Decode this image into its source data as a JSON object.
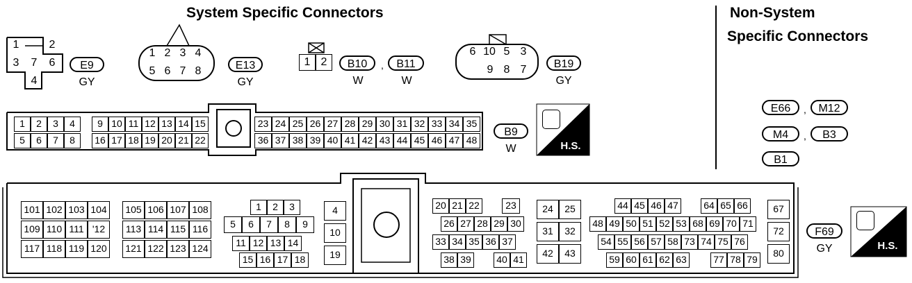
{
  "headings": {
    "system_specific": "System Specific Connectors",
    "non_system_line1": "Non-System",
    "non_system_line2": "Specific Connectors"
  },
  "separator": ",",
  "e9": {
    "pins": [
      "1",
      "2",
      "3",
      "7",
      "6",
      "4"
    ],
    "code": "E9",
    "color": "GY"
  },
  "e13": {
    "pins": [
      "1",
      "2",
      "3",
      "4",
      "5",
      "6",
      "7",
      "8"
    ],
    "code": "E13",
    "color": "GY"
  },
  "b10": {
    "pins": [
      "1",
      "2"
    ],
    "code": "B10",
    "color": "W"
  },
  "b11": {
    "code": "B11",
    "color": "W"
  },
  "b19": {
    "pins": [
      "6",
      "10",
      "5",
      "3",
      "9",
      "8",
      "7"
    ],
    "code": "B19",
    "color": "GY"
  },
  "b9": {
    "code": "B9",
    "color": "W",
    "hs": "H.S.",
    "row1_left": [
      "1",
      "2",
      "3",
      "4"
    ],
    "row2_left": [
      "5",
      "6",
      "7",
      "8"
    ],
    "row1_mid": [
      "9",
      "10",
      "11",
      "12",
      "13",
      "14",
      "15"
    ],
    "row2_mid": [
      "16",
      "17",
      "18",
      "19",
      "20",
      "21",
      "22"
    ],
    "row1_right": [
      "23",
      "24",
      "25",
      "26",
      "27",
      "28",
      "29",
      "30",
      "31",
      "32",
      "33",
      "34",
      "35"
    ],
    "row2_right": [
      "36",
      "37",
      "38",
      "39",
      "40",
      "41",
      "42",
      "43",
      "44",
      "45",
      "46",
      "47",
      "48"
    ]
  },
  "non_system": {
    "tags": [
      "E66",
      "M12",
      "M4",
      "B3",
      "B1"
    ]
  },
  "f69": {
    "code": "F69",
    "color": "GY",
    "hs": "H.S.",
    "block_a": [
      [
        "101",
        "102",
        "103",
        "104"
      ],
      [
        "109",
        "110",
        "111",
        "'12"
      ],
      [
        "117",
        "118",
        "119",
        "120"
      ]
    ],
    "block_b": [
      [
        "105",
        "106",
        "107",
        "108"
      ],
      [
        "113",
        "114",
        "115",
        "116"
      ],
      [
        "121",
        "122",
        "123",
        "124"
      ]
    ],
    "block_c": [
      [
        "1",
        "2",
        "3"
      ],
      [
        "5",
        "6",
        "7",
        "8",
        "9"
      ],
      [
        "11",
        "12",
        "13",
        "14"
      ],
      [
        "15",
        "16",
        "17",
        "18"
      ]
    ],
    "block_d": [
      "4",
      "10",
      "19"
    ],
    "block_e": [
      [
        "20",
        "21",
        "22",
        "23"
      ],
      [
        "26",
        "27",
        "28",
        "29",
        "30"
      ],
      [
        "33",
        "34",
        "35",
        "36",
        "37"
      ],
      [
        "38",
        "39",
        "40",
        "41"
      ]
    ],
    "block_f": [
      [
        "24",
        "25"
      ],
      [
        "31",
        "32"
      ],
      [
        "42",
        "43"
      ]
    ],
    "block_g": [
      [
        "44",
        "45",
        "46",
        "47",
        "64",
        "65",
        "66"
      ],
      [
        "48",
        "49",
        "50",
        "51",
        "52",
        "53",
        "68",
        "69",
        "70",
        "71"
      ],
      [
        "54",
        "55",
        "56",
        "57",
        "58",
        "73",
        "74",
        "75",
        "76"
      ],
      [
        "59",
        "60",
        "61",
        "62",
        "63",
        "77",
        "78",
        "79"
      ]
    ],
    "block_h": [
      "67",
      "72",
      "80"
    ]
  }
}
